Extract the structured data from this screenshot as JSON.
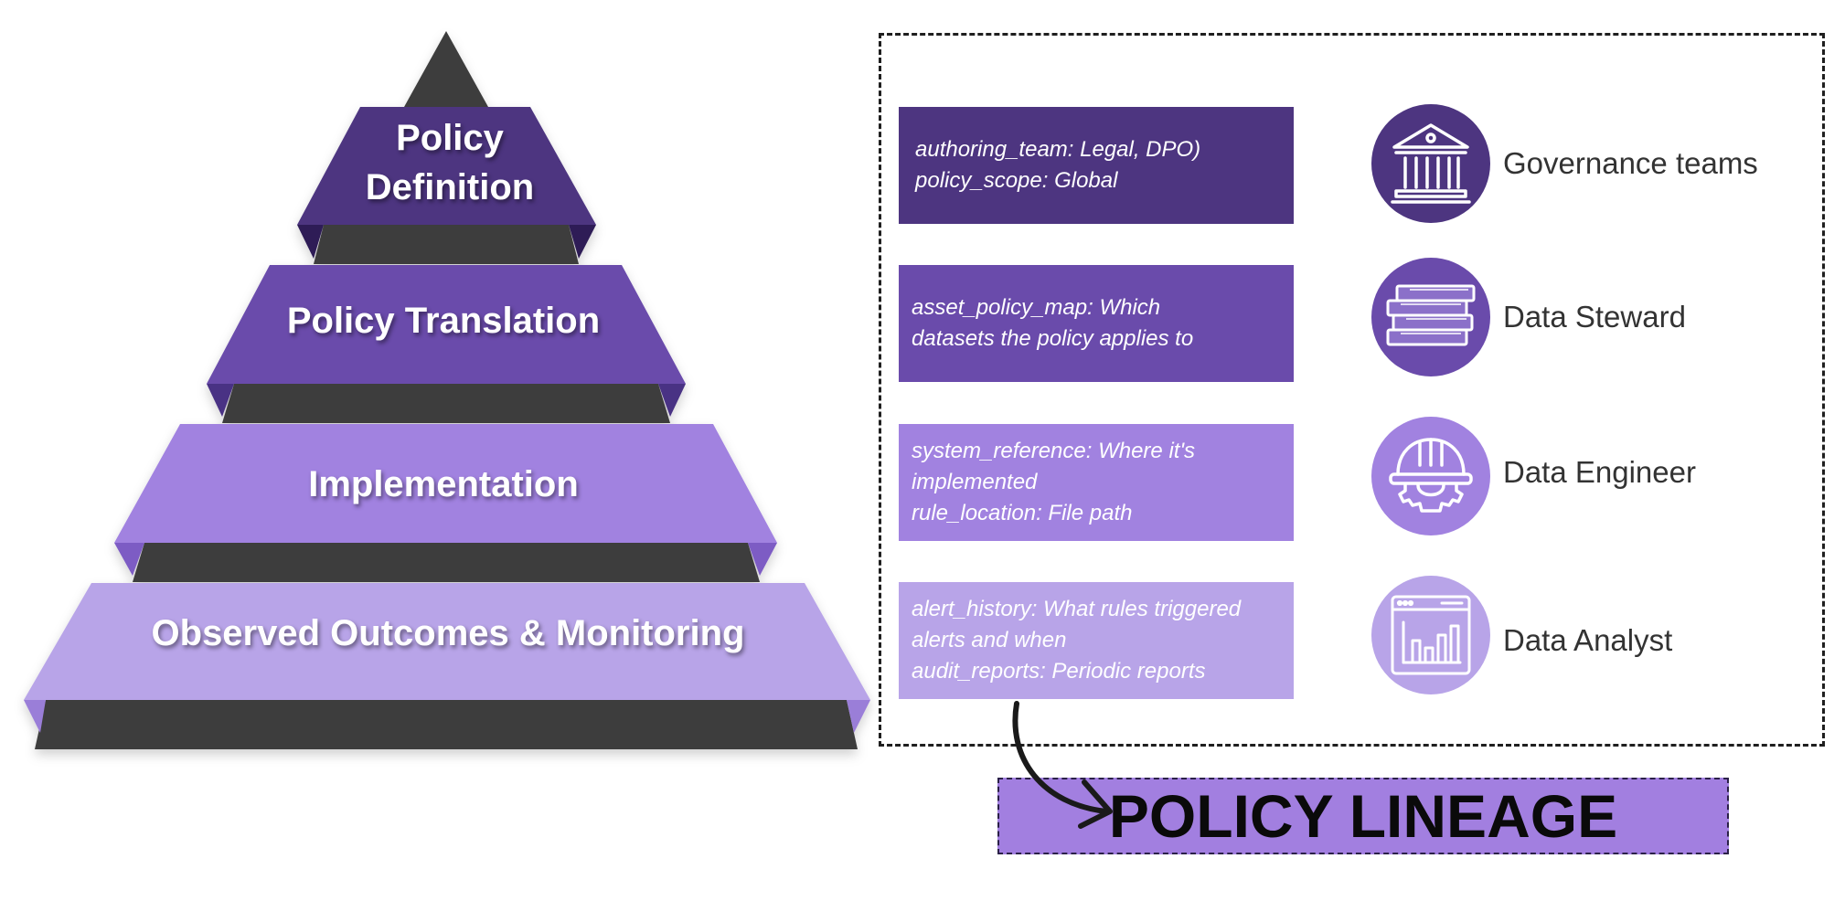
{
  "pyramid": {
    "tiers": [
      {
        "label_lines": [
          "Policy",
          "Definition"
        ],
        "color": "#4d3580"
      },
      {
        "label_lines": [
          "Policy Translation"
        ],
        "color": "#6a4bab"
      },
      {
        "label_lines": [
          "Implementation"
        ],
        "color": "#a182e0"
      },
      {
        "label_lines": [
          "Observed Outcomes & Monitoring"
        ],
        "color": "#b8a4e8"
      }
    ],
    "band_color": "#3d3d3d"
  },
  "metadata_boxes": [
    {
      "lines": [
        "authoring_team: Legal, DPO)",
        "policy_scope: Global"
      ],
      "color": "#4d3580"
    },
    {
      "lines": [
        "asset_policy_map: Which",
        "datasets the policy applies to"
      ],
      "color": "#6a4bab"
    },
    {
      "lines": [
        "system_reference: Where it's",
        "implemented",
        "rule_location: File path"
      ],
      "color": "#a182e0"
    },
    {
      "lines": [
        "alert_history: What rules triggered",
        "alerts and when",
        "audit_reports: Periodic reports"
      ],
      "color": "#b8a4e8"
    }
  ],
  "roles": [
    {
      "label": "Governance teams",
      "icon": "government-building-icon",
      "color": "#4d3580"
    },
    {
      "label": "Data Steward",
      "icon": "stack-of-books-icon",
      "color": "#6a4bab"
    },
    {
      "label": "Data Engineer",
      "icon": "hard-hat-gear-icon",
      "color": "#a182e0"
    },
    {
      "label": "Data Analyst",
      "icon": "dashboard-bar-chart-icon",
      "color": "#b8a4e8"
    }
  ],
  "lineage": {
    "title": "POLICY LINEAGE",
    "color": "#a27fe0"
  }
}
